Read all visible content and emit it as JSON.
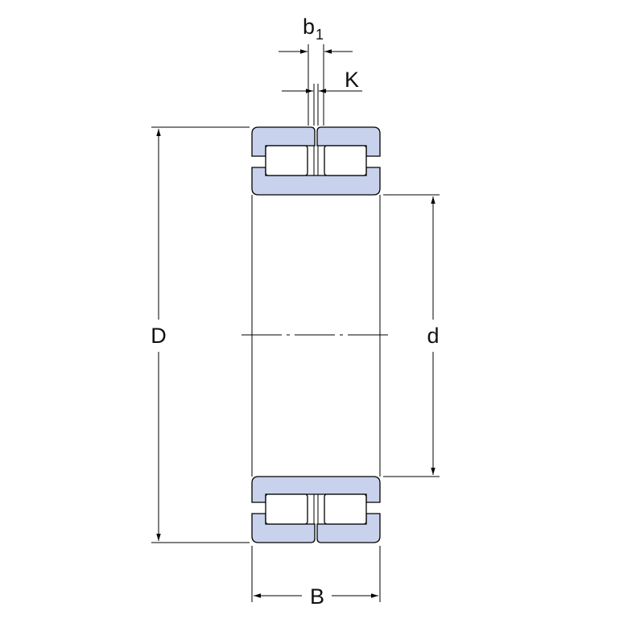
{
  "labels": {
    "outer_diameter": "D",
    "bore_diameter": "d",
    "width": "B",
    "groove_width_main": "b",
    "groove_width_sub": "1",
    "hole_diameter": "K"
  },
  "colors": {
    "ring_fill": "#c9d2ec",
    "roller_fill": "#ffffff",
    "line": "#000000",
    "background": "#ffffff"
  }
}
